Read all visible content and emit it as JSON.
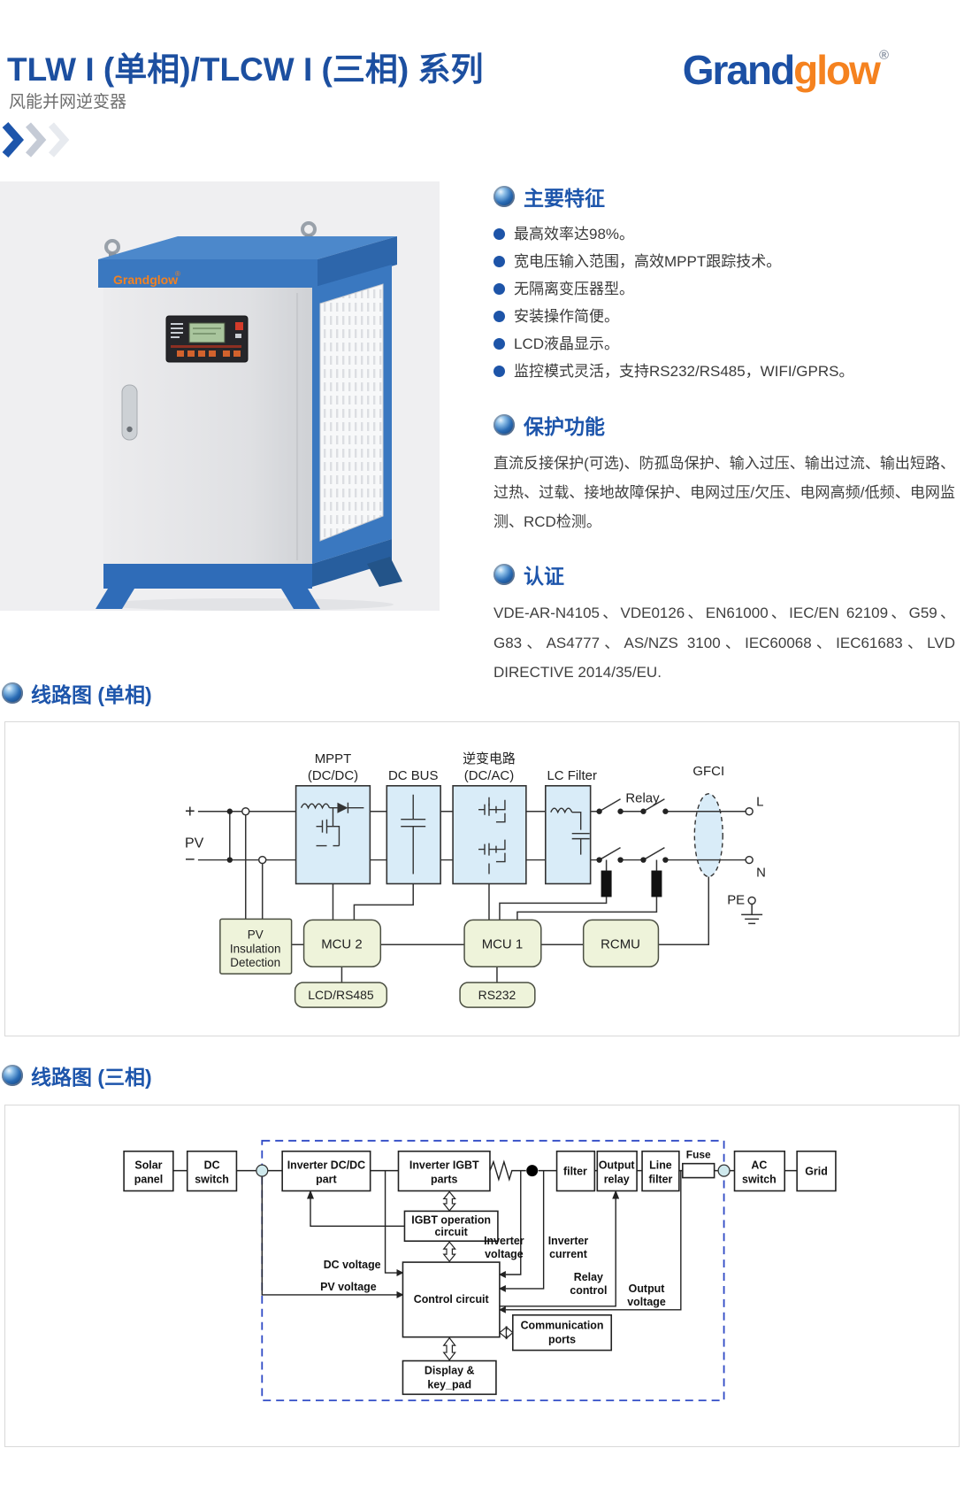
{
  "header": {
    "title": "TLW I (单相)/TLCW I (三相) 系列",
    "subtitle": "风能并网逆变器",
    "brand_part1": "Grand",
    "brand_part2": "glow",
    "brand_reg": "®"
  },
  "icons": {
    "section_marker": "glossy-sphere",
    "list_bullet": "solid-circle",
    "decoration": "triple-chevron-right"
  },
  "colors": {
    "accent_blue": "#1d55ab",
    "title_blue": "#1c4fa0",
    "logo_orange": "#f5821f",
    "diagram_box_blue": "#d9ecf8",
    "diagram_box_green": "#eef3da",
    "dashed_border_blue": "#2e49c5",
    "cabinet_blue": "#3a78c0"
  },
  "product": {
    "brand_label": "Grandglow",
    "brand_reg": "®"
  },
  "features": {
    "heading": "主要特征",
    "items": [
      "最高效率达98%。",
      "宽电压输入范围，高效MPPT跟踪技术。",
      "无隔离变压器型。",
      "安装操作简便。",
      "LCD液晶显示。",
      "监控模式灵活，支持RS232/RS485，WIFI/GPRS。"
    ]
  },
  "protection": {
    "heading": "保护功能",
    "text": "直流反接保护(可选)、防孤岛保护、输入过压、输出过流、输出短路、过热、过载、接地故障保护、电网过压/欠压、电网高频/低频、电网监测、RCD检测。"
  },
  "certification": {
    "heading": "认证",
    "text": "VDE-AR-N4105、VDE0126、EN61000、IEC/EN 62109、G59、G83、AS4777、AS/NZS 3100、IEC60068、IEC61683、LVD DIRECTIVE 2014/35/EU."
  },
  "diagram_single": {
    "heading": "线路图 (单相)",
    "labels": {
      "mppt_1": "MPPT",
      "mppt_2": "(DC/DC)",
      "dc_bus": "DC BUS",
      "inv_1": "逆变电路",
      "inv_2": "(DC/AC)",
      "lc_filter": "LC Filter",
      "relay": "Relay",
      "gfci": "GFCI",
      "pv": "PV",
      "plus": "+",
      "minus": "−",
      "l": "L",
      "n": "N",
      "pe": "PE",
      "pv_ins_1": "PV",
      "pv_ins_2": "Insulation",
      "pv_ins_3": "Detection",
      "mcu2": "MCU 2",
      "mcu1": "MCU 1",
      "rcmu": "RCMU",
      "lcd_rs485": "LCD/RS485",
      "rs232": "RS232"
    }
  },
  "diagram_three": {
    "heading": "线路图 (三相)",
    "labels": {
      "solar_1": "Solar",
      "solar_2": "panel",
      "dcsw_1": "DC",
      "dcsw_2": "switch",
      "invdc_1": "Inverter DC/DC",
      "invdc_2": "part",
      "igbt_1": "Inverter IGBT",
      "igbt_2": "parts",
      "filter": "filter",
      "outrelay_1": "Output",
      "outrelay_2": "relay",
      "linefilter_1": "Line",
      "linefilter_2": "filter",
      "fuse": "Fuse",
      "acsw_1": "AC",
      "acsw_2": "switch",
      "grid": "Grid",
      "igbtop_1": "IGBT operation",
      "igbtop_2": "circuit",
      "control": "Control circuit",
      "comm_1": "Communication",
      "comm_2": "ports",
      "display_1": "Display &",
      "display_2": "key_pad",
      "dc_v": "DC voltage",
      "pv_v": "PV voltage",
      "inv_v_1": "Inverter",
      "inv_v_2": "voltage",
      "inv_c_1": "Inverter",
      "inv_c_2": "current",
      "relay_c_1": "Relay",
      "relay_c_2": "control",
      "out_v_1": "Output",
      "out_v_2": "voltage"
    }
  }
}
